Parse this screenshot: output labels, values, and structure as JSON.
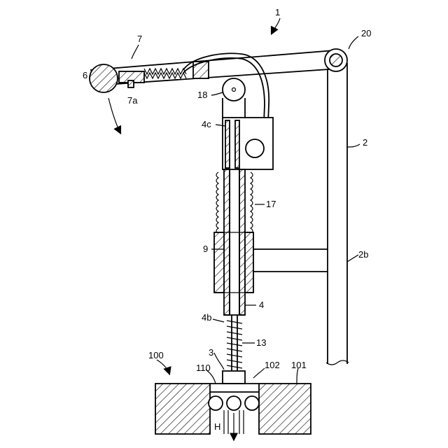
{
  "labels": {
    "l1": "1",
    "l20": "20",
    "l7": "7",
    "l6": "6",
    "l7a": "7a",
    "l18": "18",
    "l4c": "4c",
    "l2": "2",
    "l17": "17",
    "l9": "9",
    "l2b": "2b",
    "l4": "4",
    "l4b": "4b",
    "l13": "13",
    "l3": "3",
    "l100": "100",
    "l110": "110",
    "l102": "102",
    "l101": "101",
    "lH": "H"
  }
}
